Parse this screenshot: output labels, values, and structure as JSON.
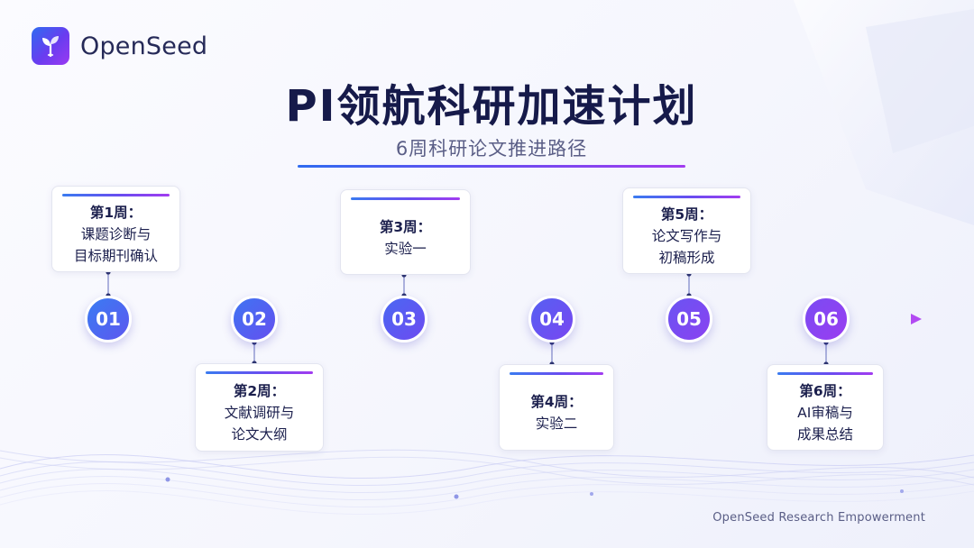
{
  "brand": {
    "name": "OpenSeed",
    "gradient_start": "#2f6bf0",
    "gradient_end": "#9a3af2",
    "icon": "sprout-icon"
  },
  "title": "PI领航科研加速计划",
  "subtitle": "6周科研论文推进路径",
  "footer": "OpenSeed Research Empowerment",
  "colors": {
    "accent_blue": "#2f6bf0",
    "accent_purple": "#a23cf0",
    "title_text": "#161a4a"
  },
  "steps": [
    {
      "number": "01",
      "week": "第1周：",
      "lines": [
        "课题诊断与",
        "目标期刊确认"
      ]
    },
    {
      "number": "02",
      "week": "第2周：",
      "lines": [
        "文献调研与",
        "论文大纲"
      ]
    },
    {
      "number": "03",
      "week": "第3周：",
      "lines": [
        "实验一"
      ]
    },
    {
      "number": "04",
      "week": "第4周：",
      "lines": [
        "实验二"
      ]
    },
    {
      "number": "05",
      "week": "第5周：",
      "lines": [
        "论文写作与",
        "初稿形成"
      ]
    },
    {
      "number": "06",
      "week": "第6周：",
      "lines": [
        "AI审稿与",
        "成果总结"
      ]
    }
  ]
}
